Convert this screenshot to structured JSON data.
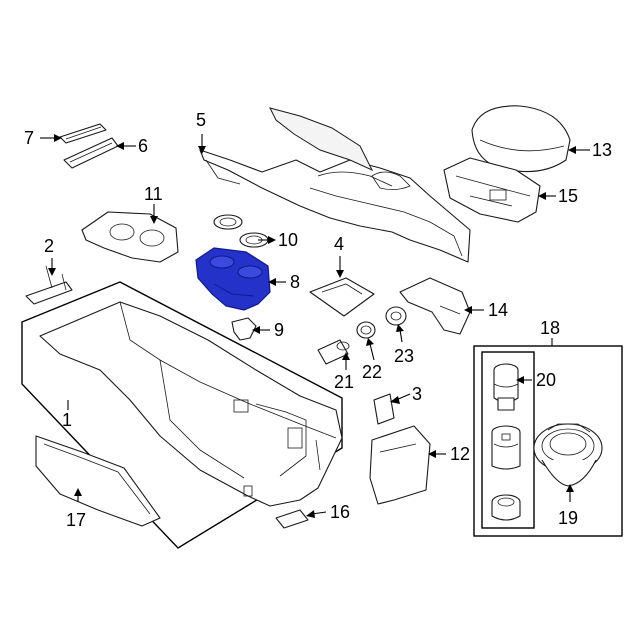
{
  "colors": {
    "line": "#1a1a1a",
    "highlight_fill": "#2432c9",
    "highlight_stroke": "#0f1a8a",
    "background": "#ffffff"
  },
  "callouts": {
    "c1": "1",
    "c2": "2",
    "c3": "3",
    "c4": "4",
    "c5": "5",
    "c6": "6",
    "c7": "7",
    "c8": "8",
    "c9": "9",
    "c10": "10",
    "c11": "11",
    "c12": "12",
    "c13": "13",
    "c14": "14",
    "c15": "15",
    "c16": "16",
    "c17": "17",
    "c18": "18",
    "c19": "19",
    "c20": "20",
    "c21": "21",
    "c22": "22",
    "c23": "23"
  },
  "highlighted_part": "8"
}
